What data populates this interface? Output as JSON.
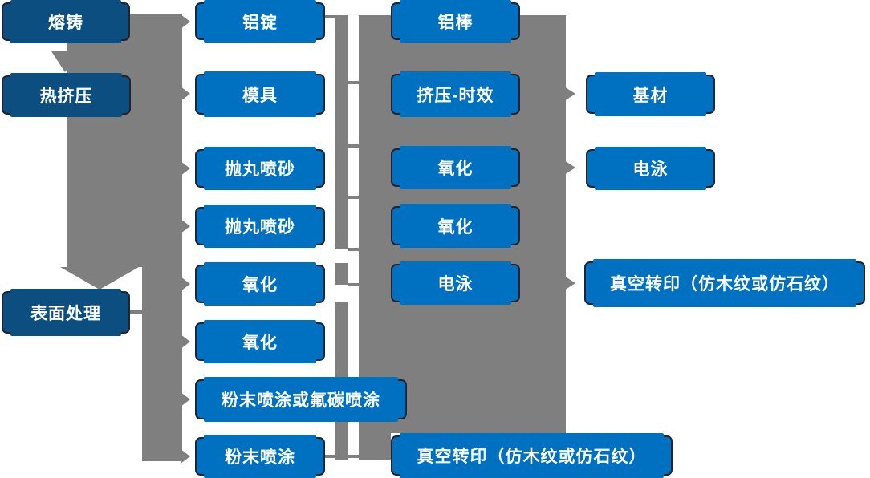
{
  "colors": {
    "dark_blue": "#0D4E81",
    "box_blue": "#0070C0",
    "connector_gray": "#7F7F7F",
    "node_border": "#1F2430",
    "node_text": "#FFFFFF",
    "background": "#FFFFFF"
  },
  "nodes": [
    {
      "id": "rongzhu",
      "label": "熔铸",
      "column": 1
    },
    {
      "id": "rejiya",
      "label": "热挤压",
      "column": 1
    },
    {
      "id": "biaomianchuli",
      "label": "表面处理",
      "column": 1
    },
    {
      "id": "luding",
      "label": "铝锭",
      "column": 2
    },
    {
      "id": "moju",
      "label": "模具",
      "column": 2
    },
    {
      "id": "paowanpensha-1",
      "label": "抛丸喷砂",
      "column": 2
    },
    {
      "id": "paowanpensha-2",
      "label": "抛丸喷砂",
      "column": 2
    },
    {
      "id": "yanghua-1",
      "label": "氧化",
      "column": 2
    },
    {
      "id": "yanghua-2",
      "label": "氧化",
      "column": 2
    },
    {
      "id": "fenmo-futan",
      "label": "粉末喷涂或氟碳喷涂",
      "column": 2
    },
    {
      "id": "fenmopentu",
      "label": "粉末喷涂",
      "column": 2
    },
    {
      "id": "lubang",
      "label": "铝棒",
      "column": 3
    },
    {
      "id": "jiya-shixiao",
      "label": "挤压-时效",
      "column": 3
    },
    {
      "id": "yanghua-3",
      "label": "氧化",
      "column": 3
    },
    {
      "id": "yanghua-4",
      "label": "氧化",
      "column": 3
    },
    {
      "id": "dianyong-1",
      "label": "电泳",
      "column": 3
    },
    {
      "id": "zhenkong-bottom",
      "label": "真空转印（仿木纹或仿石纹）",
      "column": 3
    },
    {
      "id": "jicai",
      "label": "基材",
      "column": 4
    },
    {
      "id": "dianyong-2",
      "label": "电泳",
      "column": 4
    },
    {
      "id": "zhenkong-right",
      "label": "真空转印（仿木纹或仿石纹）",
      "column": 4
    }
  ]
}
